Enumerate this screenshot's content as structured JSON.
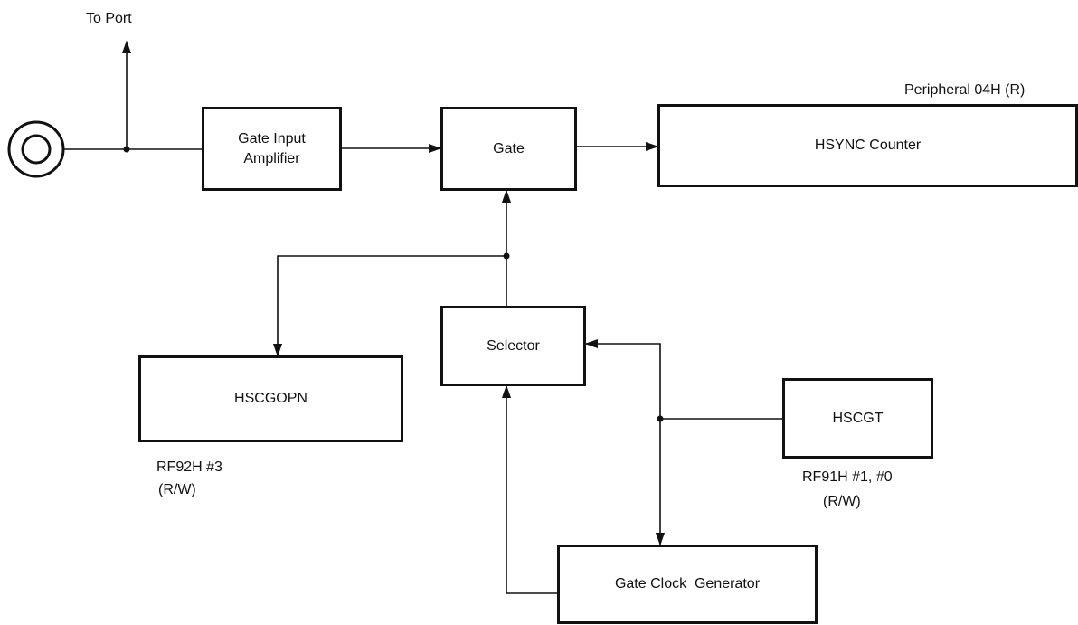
{
  "labels": {
    "to_port": "To Port",
    "peripheral": "Peripheral 04H (R)",
    "rf92h": "RF92H #3",
    "rf92h_mode": "(R/W)",
    "rf91h": "RF91H #1, #0",
    "rf91h_mode": "(R/W)"
  },
  "blocks": {
    "gate_input_amplifier_line1": "Gate Input",
    "gate_input_amplifier_line2": "Amplifier",
    "gate": "Gate",
    "hsync_counter": "HSYNC Counter",
    "selector": "Selector",
    "hscgopn": "HSCGOPN",
    "hscgt": "HSCGT",
    "gate_clock_generator": "Gate Clock  Generator"
  }
}
